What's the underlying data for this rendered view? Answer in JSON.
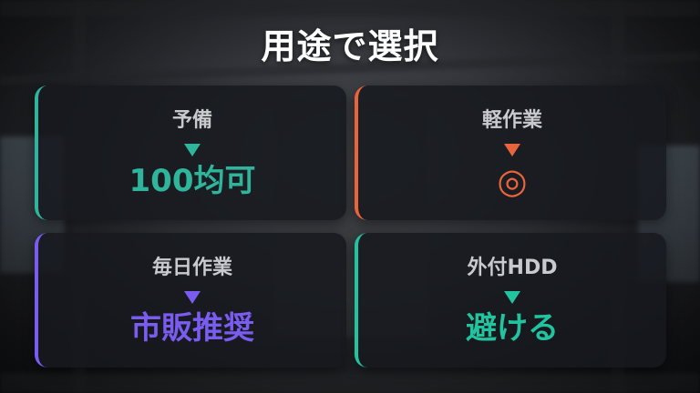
{
  "title": "用途で選択",
  "cards": [
    {
      "label": "予備",
      "value": "100均可",
      "accent": "#2eb59b"
    },
    {
      "label": "軽作業",
      "value": "◎",
      "accent": "#e8643c"
    },
    {
      "label": "毎日作業",
      "value": "市販推奨",
      "accent": "#7a5cf0"
    },
    {
      "label": "外付HDD",
      "value": "避ける",
      "accent": "#22c4a0"
    }
  ],
  "icons": {
    "arrow": "down-triangle-icon"
  }
}
